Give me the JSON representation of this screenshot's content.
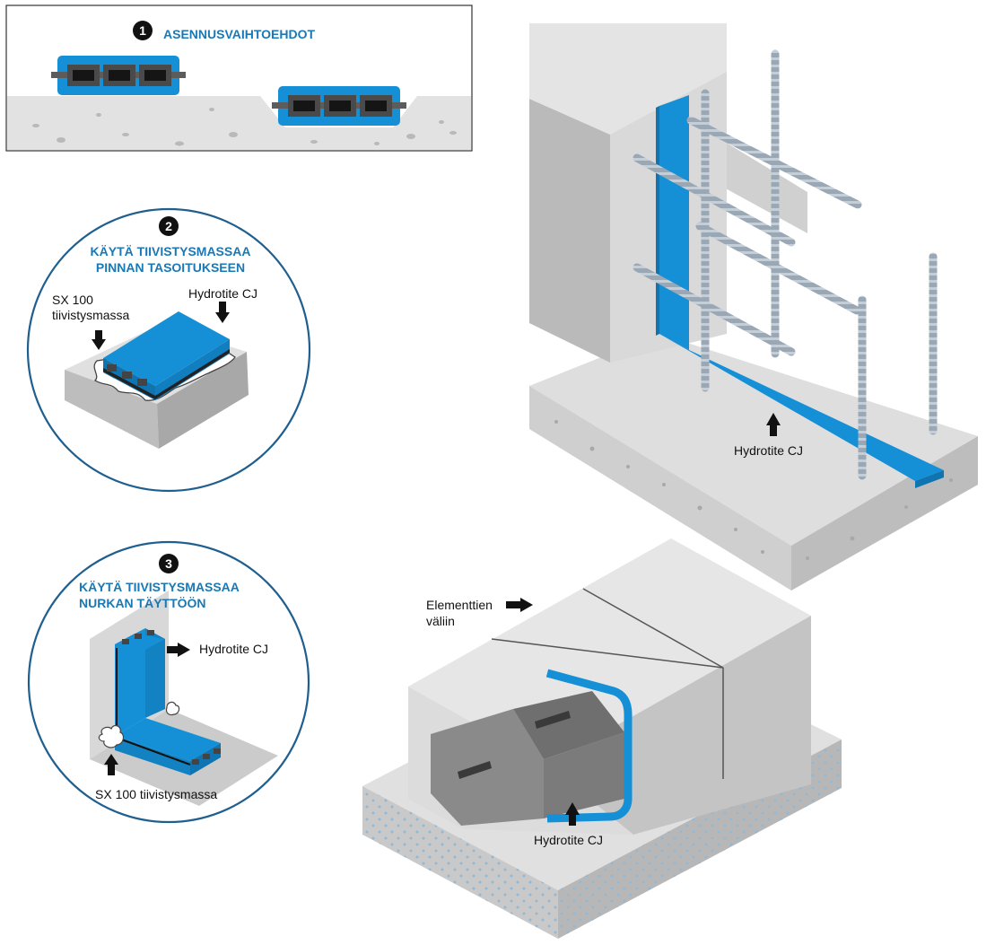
{
  "panel1": {
    "number": "1",
    "title": "ASENNUSVAIHTOEHDOT"
  },
  "panel2": {
    "number": "2",
    "title_line1": "KÄYTÄ TIIVISTYSMASSAA",
    "title_line2": "PINNAN TASOITUKSEEN",
    "label_product": "Hydrotite CJ",
    "label_sealant_line1": "SX 100",
    "label_sealant_line2": "tiivistysmassa"
  },
  "panel3": {
    "number": "3",
    "title_line1": "KÄYTÄ TIIVISTYSMASSAA",
    "title_line2": "NURKAN TÄYTTÖÖN",
    "label_product": "Hydrotite CJ",
    "label_sealant": "SX 100 tiivistysmassa"
  },
  "wall_scene": {
    "label_product": "Hydrotite CJ"
  },
  "box_scene": {
    "label_joint_line1": "Elementtien",
    "label_joint_line2": "väliin",
    "label_product": "Hydrotite CJ"
  },
  "colors": {
    "accent_blue": "#1a78b4",
    "seal_blue": "#1590d6",
    "concrete_light": "#e6e6e6",
    "concrete_mid": "#cfcfcf",
    "concrete_dark": "#b5b5b5",
    "border_blue": "#1f5f8f"
  }
}
